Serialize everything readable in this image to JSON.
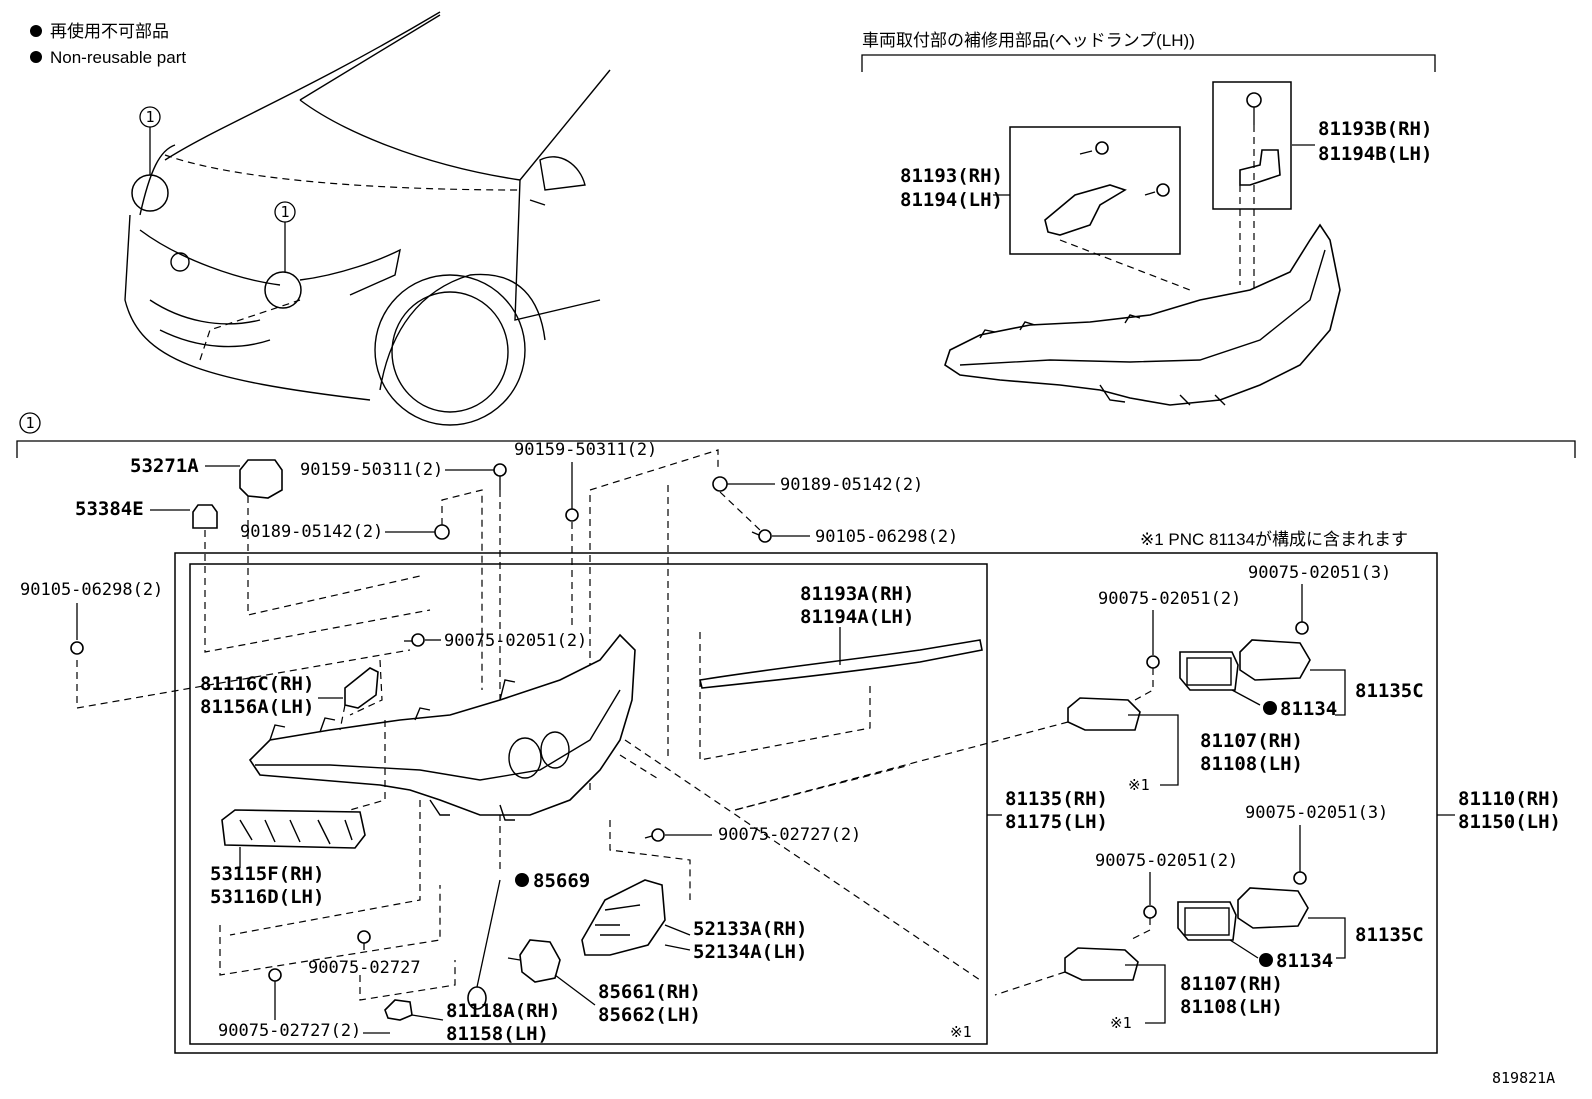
{
  "legend": {
    "line1": "再使用不可部品",
    "line2": "Non-reusable part"
  },
  "callout_number": "1",
  "repair_parts": {
    "title": "車両取付部の補修用部品(ヘッドランプ(LH))",
    "bracket_b_rh": "81193B(RH)",
    "bracket_b_lh": "81194B(LH)",
    "bracket_rh": "81193(RH)",
    "bracket_lh": "81194(LH)"
  },
  "note_pnc": "※1 PNC 81134が構成に含まれます",
  "note_mark": "※1",
  "diagram_id": "819821A",
  "labels": {
    "p53271A": "53271A",
    "p53384E": "53384E",
    "screw_90159_a": "90159-50311(2)",
    "screw_90159_b": "90159-50311(2)",
    "screw_90189_a": "90189-05142(2)",
    "screw_90189_b": "90189-05142(2)",
    "screw_90105_a": "90105-06298(2)",
    "screw_90105_b": "90105-06298(2)",
    "screw_90075_02051_2a": "90075-02051(2)",
    "screw_90075_02051_2b": "90075-02051(2)",
    "screw_90075_02051_2c": "90075-02051(2)",
    "screw_90075_02051_3a": "90075-02051(3)",
    "screw_90075_02051_3b": "90075-02051(3)",
    "screw_90075_02727_2a": "90075-02727(2)",
    "screw_90075_02727_2b": "90075-02727(2)",
    "screw_90075_02727": "90075-02727",
    "p81193A_rh": "81193A(RH)",
    "p81194A_lh": "81194A(LH)",
    "p81116C_rh": "81116C(RH)",
    "p81156A_lh": "81156A(LH)",
    "p53115F_rh": "53115F(RH)",
    "p53116D_lh": "53116D(LH)",
    "p85669": "85669",
    "p52133A_rh": "52133A(RH)",
    "p52134A_lh": "52134A(LH)",
    "p85661_rh": "85661(RH)",
    "p85662_lh": "85662(LH)",
    "p81118A_rh": "81118A(RH)",
    "p81158_lh": "81158(LH)",
    "p81135_rh": "81135(RH)",
    "p81175_lh": "81175(LH)",
    "p81110_rh": "81110(RH)",
    "p81150_lh": "81150(LH)",
    "p81107_rh_a": "81107(RH)",
    "p81108_lh_a": "81108(LH)",
    "p81107_rh_b": "81107(RH)",
    "p81108_lh_b": "81108(LH)",
    "p81134_a": "81134",
    "p81134_b": "81134",
    "p81135C_a": "81135C",
    "p81135C_b": "81135C"
  }
}
